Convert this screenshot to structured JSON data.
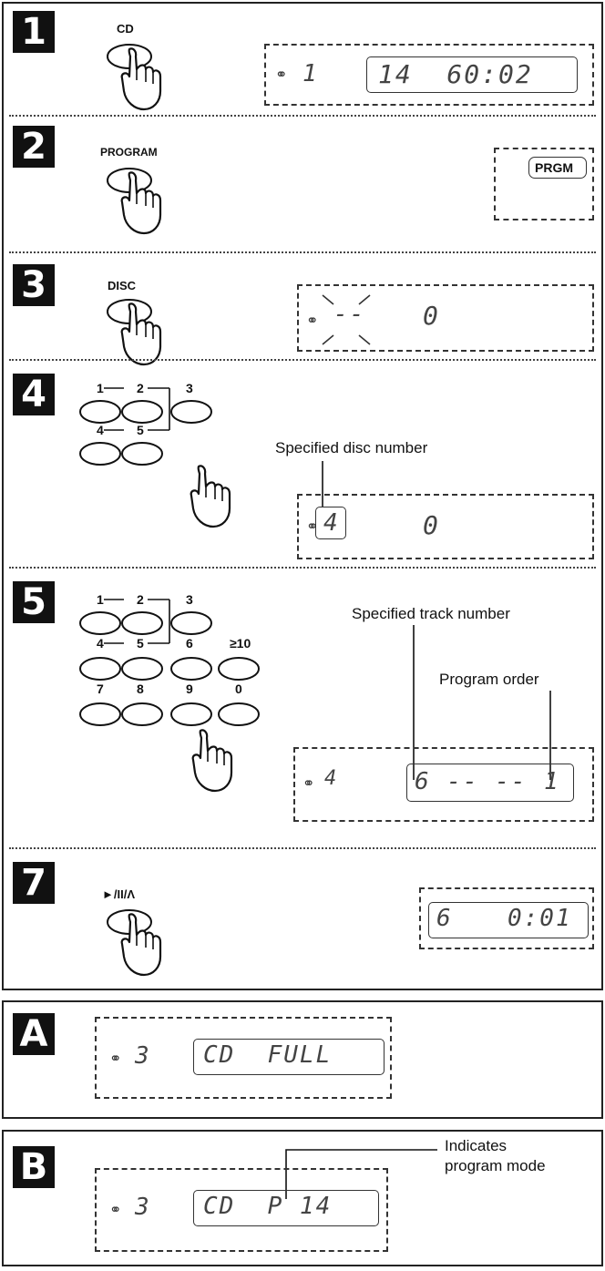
{
  "steps": {
    "s1": {
      "badge": "1",
      "button": "CD",
      "disc_num": "1",
      "display": "14  60:02"
    },
    "s2": {
      "badge": "2",
      "button": "PROGRAM",
      "display": "PRGM"
    },
    "s3": {
      "badge": "3",
      "button": "DISC",
      "disc_num": "--",
      "display": "0"
    },
    "s4": {
      "badge": "4",
      "keys": [
        "1",
        "2",
        "3",
        "4",
        "5"
      ],
      "disc_num": "4",
      "display": "0",
      "annotation": "Specified disc number"
    },
    "s5": {
      "badge": "5",
      "keys": [
        "1",
        "2",
        "3",
        "4",
        "5",
        "6",
        "≥10",
        "7",
        "8",
        "9",
        "0"
      ],
      "disc_num": "4",
      "display_left": "6 -- --",
      "display_right": "1",
      "annotation_track": "Specified track number",
      "annotation_order": "Program order"
    },
    "s7": {
      "badge": "7",
      "button": "►/II/Λ",
      "display_left": "6",
      "display_right": "0:01"
    }
  },
  "panel_a": {
    "badge": "A",
    "disc_num": "3",
    "display": "CD  FULL"
  },
  "panel_b": {
    "badge": "B",
    "disc_num": "3",
    "display": "CD  P 14",
    "annotation_line1": "Indicates",
    "annotation_line2": "program mode"
  },
  "icons": {
    "disc": "disc-icon",
    "hand": "pointing-hand-icon"
  }
}
